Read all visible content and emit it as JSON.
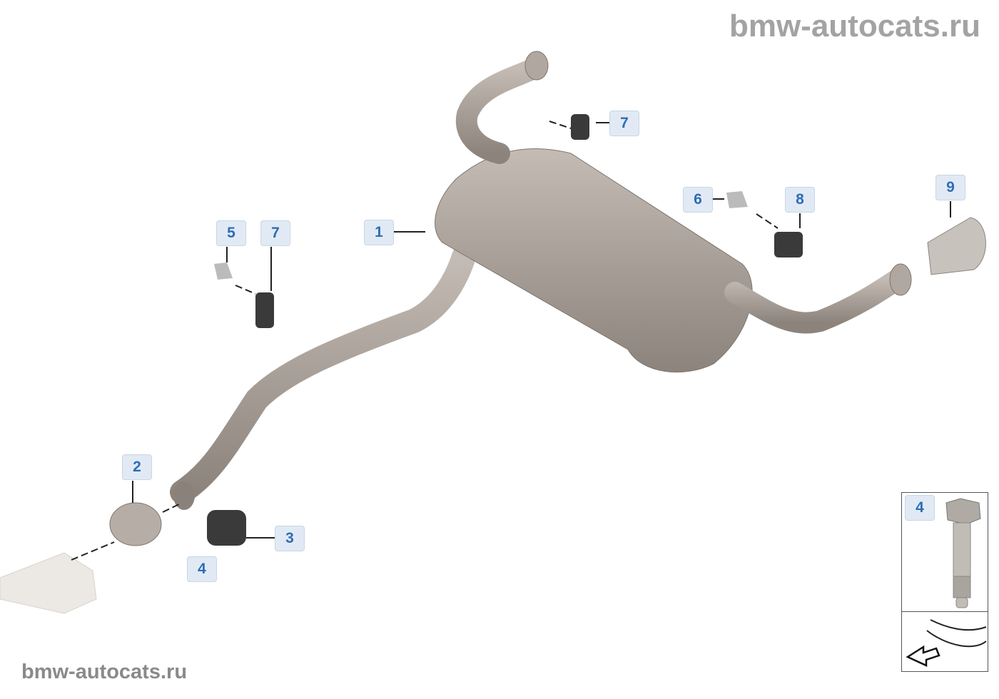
{
  "watermark": "bmw-autocats.ru",
  "callouts": {
    "c1": "1",
    "c2": "2",
    "c3": "3",
    "c4": "4",
    "c5": "5",
    "c6": "6",
    "c7a": "7",
    "c7b": "7",
    "c8": "8",
    "c9": "9",
    "inset4": "4"
  },
  "colors": {
    "part": "#a29a92",
    "rubber": "#3a3a3a",
    "label_bg": "#e1eaf4",
    "label_text": "#2e6db4"
  }
}
